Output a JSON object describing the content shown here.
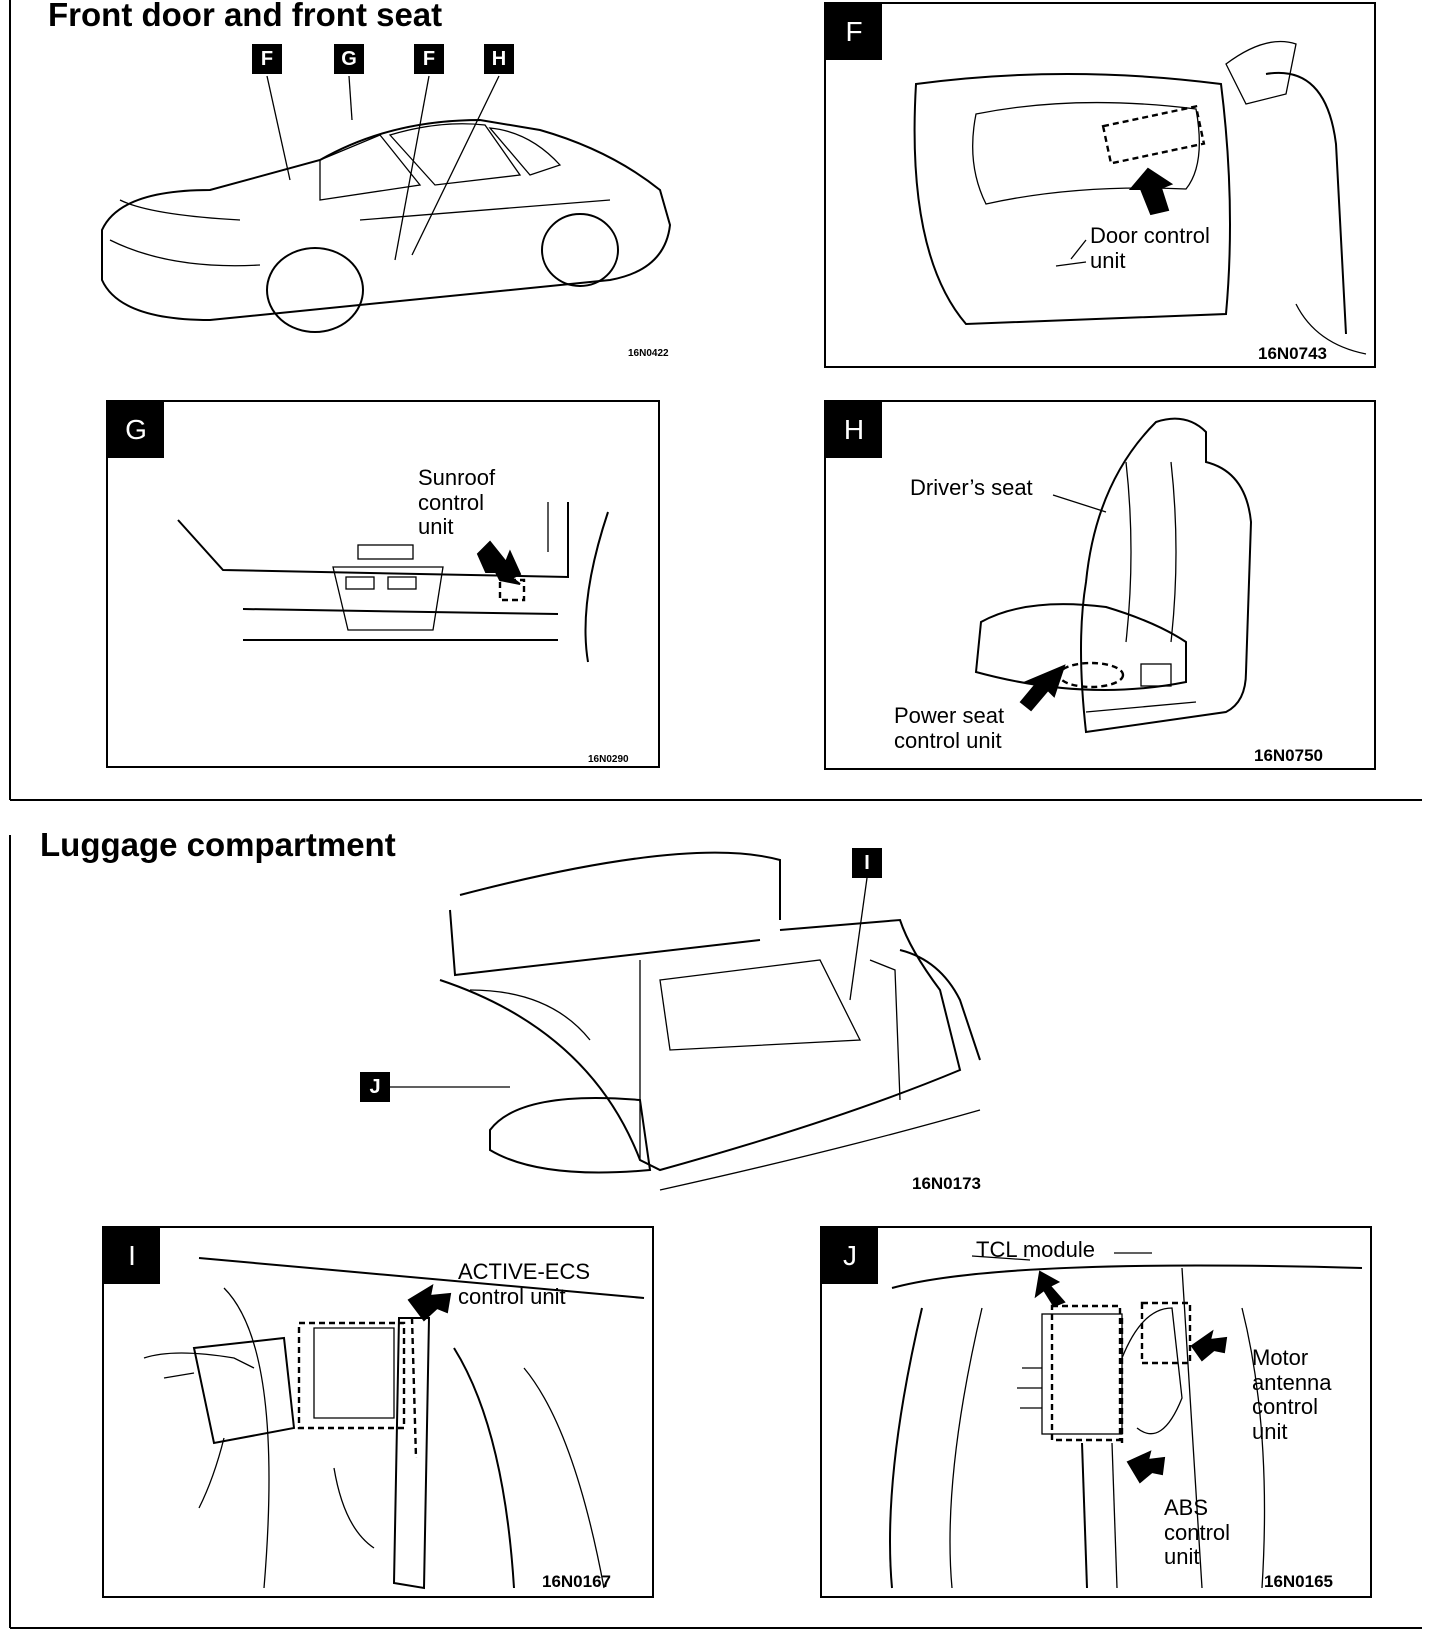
{
  "sections": {
    "front": {
      "title": "Front door and front seat",
      "code": "16N0422",
      "tags": [
        "F",
        "G",
        "F",
        "H"
      ]
    },
    "luggage": {
      "title": "Luggage compartment",
      "code": "16N0173",
      "tags": [
        "I",
        "J"
      ]
    }
  },
  "panels": {
    "F": {
      "letter": "F",
      "label": "Door control\nunit",
      "code": "16N0743"
    },
    "G": {
      "letter": "G",
      "label": "Sunroof\ncontrol\nunit",
      "code": "16N0290"
    },
    "H": {
      "letter": "H",
      "label_seat": "Driver’s seat",
      "label_unit": "Power seat\ncontrol unit",
      "code": "16N0750"
    },
    "I": {
      "letter": "I",
      "label": "ACTIVE-ECS\ncontrol unit",
      "code": "16N0167"
    },
    "J": {
      "letter": "J",
      "label_tcl": "TCL module",
      "label_antenna": "Motor\nantenna\ncontrol\nunit",
      "label_abs": "ABS\ncontrol\nunit",
      "code": "16N0165"
    }
  }
}
